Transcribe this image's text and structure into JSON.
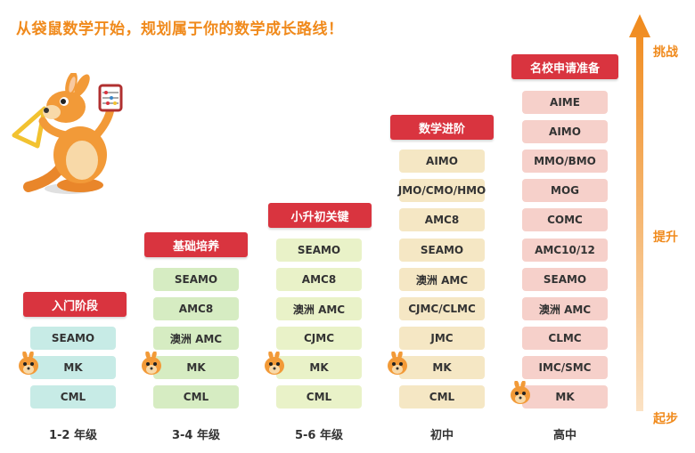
{
  "title": "从袋鼠数学开始，规划属于你的数学成长路线！",
  "colors": {
    "title": "#f08a1c",
    "header": "#d9343f",
    "col1": "#c7ebe6",
    "col2": "#d6ecc2",
    "col3": "#e9f2c8",
    "col4": "#f5e7c4",
    "col5": "#f6d0ca",
    "arrow_top": "#f08a1c",
    "arrow_bottom": "#fbe2c4"
  },
  "columns": [
    {
      "header": "入门阶段",
      "items": [
        "SEAMO",
        "MK",
        "CML"
      ],
      "grade": "1-2 年级"
    },
    {
      "header": "基础培养",
      "items": [
        "SEAMO",
        "AMC8",
        "澳洲 AMC",
        "MK",
        "CML"
      ],
      "grade": "3-4 年级"
    },
    {
      "header": "小升初关键",
      "items": [
        "SEAMO",
        "AMC8",
        "澳洲 AMC",
        "CJMC",
        "MK",
        "CML"
      ],
      "grade": "5-6 年级"
    },
    {
      "header": "数学进阶",
      "items": [
        "AIMO",
        "JMO/CMO/HMO",
        "AMC8",
        "SEAMO",
        "澳洲 AMC",
        "CJMC/CLMC",
        "JMC",
        "MK",
        "CML"
      ],
      "grade": "初中"
    },
    {
      "header": "名校申请准备",
      "items": [
        "AIME",
        "AIMO",
        "MMO/BMO",
        "MOG",
        "COMC",
        "AMC10/12",
        "SEAMO",
        "澳洲 AMC",
        "CLMC",
        "IMC/SMC",
        "MK"
      ],
      "grade": "高中"
    }
  ],
  "arrow": {
    "top": "挑战",
    "middle": "提升",
    "bottom": "起步"
  },
  "icons": {
    "mascot": "kangaroo-icon",
    "big_mascot": "kangaroo-with-abacus-icon"
  }
}
